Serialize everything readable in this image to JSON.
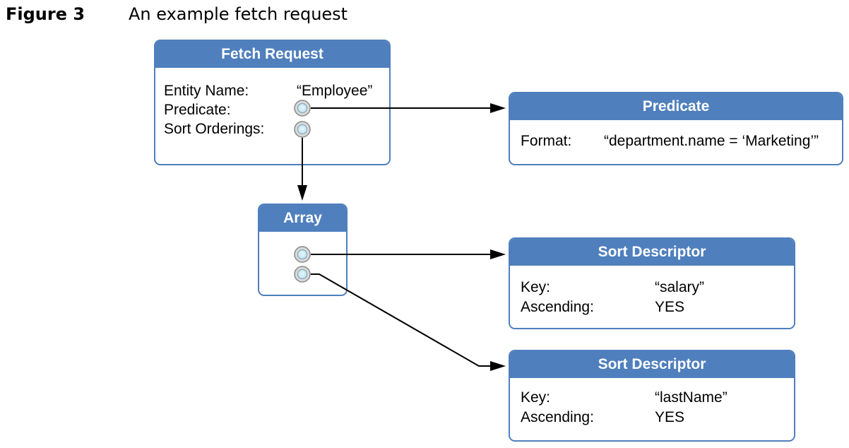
{
  "figure": {
    "number": "Figure 3",
    "title": "An example fetch request"
  },
  "fetch_request": {
    "header": "Fetch Request",
    "rows": [
      {
        "label": "Entity Name:",
        "value": "“Employee”"
      },
      {
        "label": "Predicate:",
        "value": ""
      },
      {
        "label": "Sort Orderings:",
        "value": ""
      }
    ]
  },
  "predicate": {
    "header": "Predicate",
    "rows": [
      {
        "label": "Format:",
        "value": "“department.name = ‘Marketing’”"
      }
    ]
  },
  "array": {
    "header": "Array"
  },
  "sort_descriptors": [
    {
      "header": "Sort Descriptor",
      "rows": [
        {
          "label": "Key:",
          "value": "“salary”"
        },
        {
          "label": "Ascending:",
          "value": "YES"
        }
      ]
    },
    {
      "header": "Sort Descriptor",
      "rows": [
        {
          "label": "Key:",
          "value": "“lastName”"
        },
        {
          "label": "Ascending:",
          "value": "YES"
        }
      ]
    }
  ],
  "colors": {
    "header_blue": "#4f7fbd",
    "port_fill": "#bfe3ef",
    "port_ring": "#8a8a8a",
    "arrow": "#000000"
  }
}
